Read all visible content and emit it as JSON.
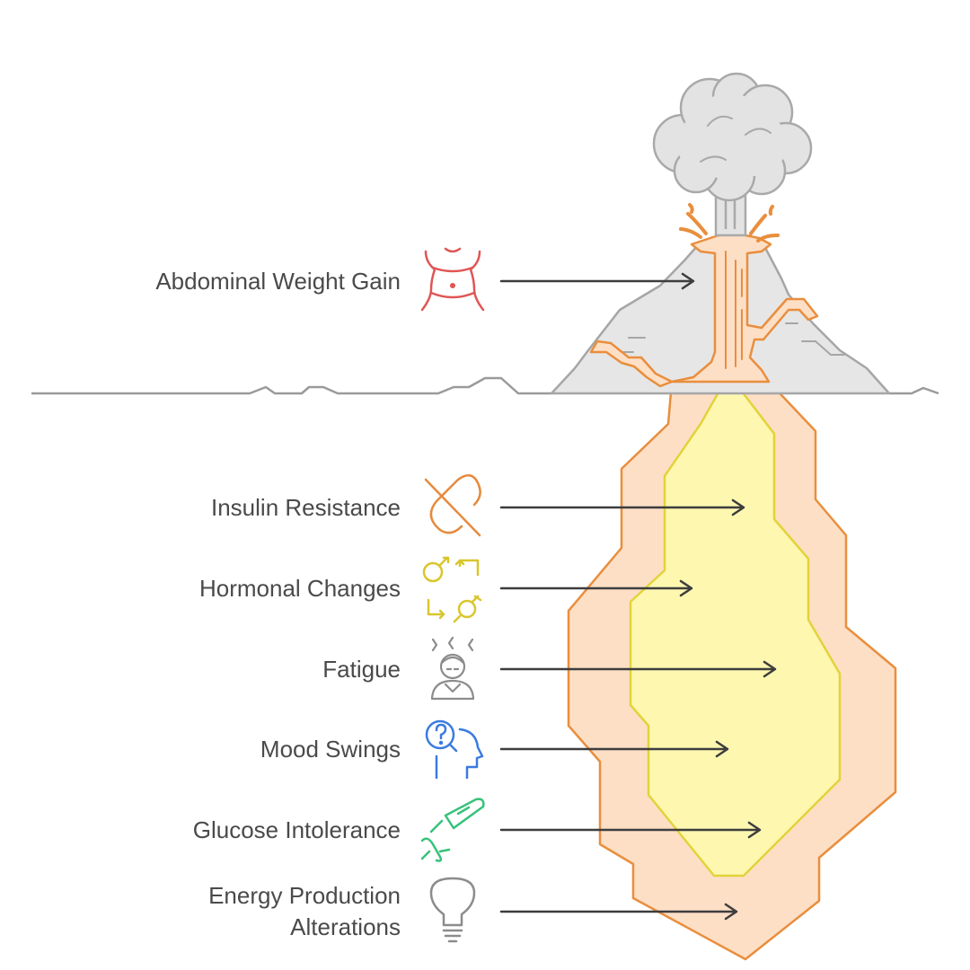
{
  "diagram": {
    "colors": {
      "ground_line": "#9a9a9a",
      "mountain_fill": "#e6e6e6",
      "mountain_stroke": "#a6a6a6",
      "cloud_fill": "#e3e3e3",
      "cloud_stroke": "#a9a9a9",
      "magma_outer_fill": "#fddfc6",
      "magma_outer_stroke": "#e98e3d",
      "magma_inner_fill": "#fdf7b0",
      "magma_inner_stroke": "#e2d33a",
      "arrow": "#3d3d3d",
      "label": "#4a4a4a"
    },
    "items": [
      {
        "label": "Abdominal Weight Gain",
        "icon": "waist-icon",
        "icon_color": "#e05555"
      },
      {
        "label": "Insulin Resistance",
        "icon": "no-pill-icon",
        "icon_color": "#e68a3c"
      },
      {
        "label": "Hormonal Changes",
        "icon": "gender-swap-icon",
        "icon_color": "#d9c62c"
      },
      {
        "label": "Fatigue",
        "icon": "tired-person-icon",
        "icon_color": "#8c8c8c"
      },
      {
        "label": "Mood Swings",
        "icon": "head-question-icon",
        "icon_color": "#3a7be0"
      },
      {
        "label": "Glucose Intolerance",
        "icon": "glucose-meter-icon",
        "icon_color": "#36c27a"
      },
      {
        "label_line1": "Energy Production",
        "label_line2": "Alterations",
        "icon": "lightbulb-icon",
        "icon_color": "#8c8c8c"
      }
    ]
  }
}
